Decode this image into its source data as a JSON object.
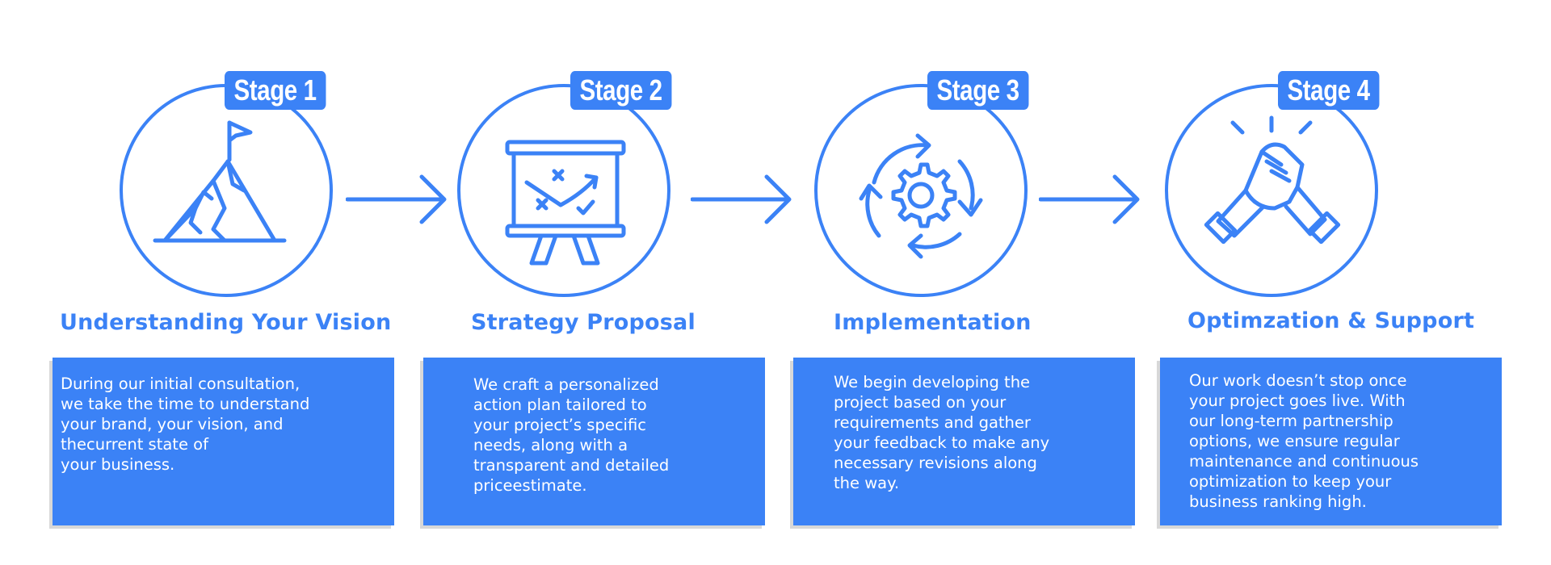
{
  "accent_color": "#3b82f6",
  "stages": [
    {
      "badge": "Stage 1",
      "icon": "mountain-flag-icon",
      "title": "Understanding Your Vision",
      "description": "During our initial consultation,\nwe take the time to understand\nyour brand, your vision, and\nthecurrent state of\nyour business."
    },
    {
      "badge": "Stage 2",
      "icon": "strategy-board-icon",
      "title": "Strategy Proposal",
      "description": "We craft a personalized\naction plan tailored to\nyour project’s specific\nneeds, along with a\ntransparent and detailed\npriceestimate."
    },
    {
      "badge": "Stage 3",
      "icon": "gear-cycle-icon",
      "title": "Implementation",
      "description": "We begin developing the\nproject based on your\nrequirements and gather\nyour feedback to make any\nnecessary revisions along\nthe way."
    },
    {
      "badge": "Stage 4",
      "icon": "handshake-icon",
      "title": "Optimzation & Support",
      "description": "Our work doesn’t stop once\nyour project goes live. With\nour long-term partnership\noptions, we ensure regular\nmaintenance and continuous\noptimization to keep your\nbusiness ranking high."
    }
  ],
  "connectors": [
    "arrow-right-icon",
    "arrow-right-icon",
    "arrow-right-icon"
  ]
}
